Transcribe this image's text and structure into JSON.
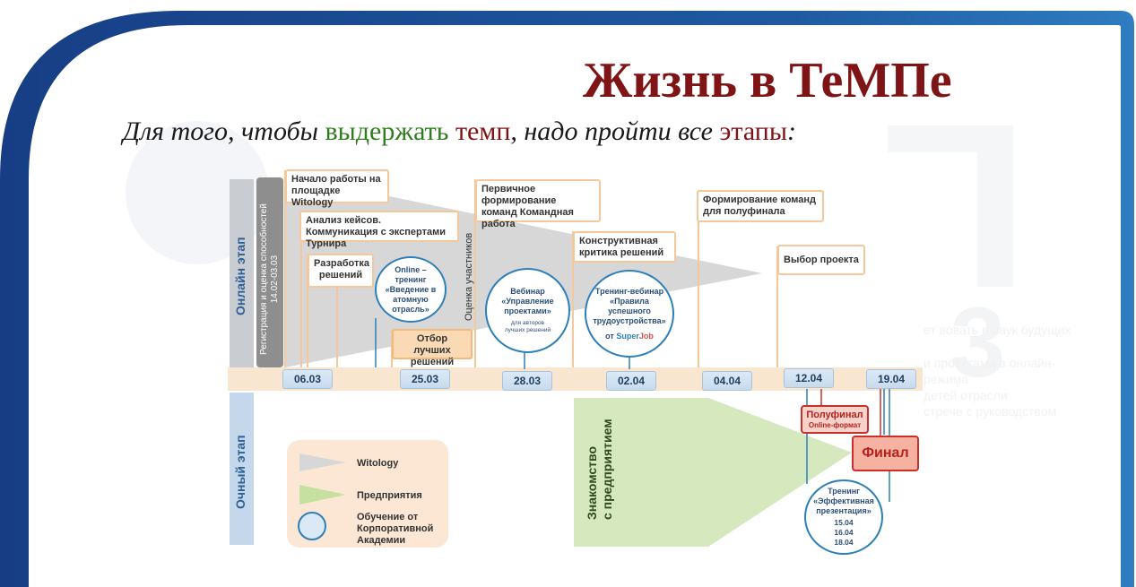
{
  "title": "Жизнь в ТеМПе",
  "subtitle": {
    "part1": "Для того, чтобы ",
    "word_green": "выдержать",
    "part2": " ",
    "word_red1": "темп",
    "part3": ", надо пройти все ",
    "word_red2": "этапы",
    "part4": ":"
  },
  "side": {
    "online": "Онлайн этап",
    "offline": "Очный этап",
    "registration_line1": "Регистрация и оценка способностей",
    "registration_line2": "14.02-03.03",
    "participants": "Оценка участников"
  },
  "boxes": {
    "start": "Начало работы на площадке Witology",
    "analysis": "Анализ кейсов. Коммуникация с экспертами Турнира",
    "solutions": "Разработка решений",
    "selection_best": "Отбор лучших решений",
    "primary_teams": "Первичное формирование команд Командная работа",
    "critique": "Конструктивная критика решений",
    "semifinal_teams": "Формирование команд для полуфинала",
    "project_choice": "Выбор проекта"
  },
  "circles": {
    "online_training": "Online – тренинг «Введение в атомную отрасль»",
    "webinar_title": "Вебинар «Управление проектами»",
    "webinar_note": "для авторов лучших решений",
    "training_webinar": "Тренинг-вебинар «Правила успешного трудоустройства»",
    "from_label": "от",
    "superjob_a": "Super",
    "superjob_b": "Job",
    "presentation_title": "Тренинг «Эффективная презентация»",
    "presentation_dates": [
      "15.04",
      "16.04",
      "18.04"
    ]
  },
  "dates": [
    "06.03",
    "25.03",
    "28.03",
    "02.04",
    "04.04",
    "12.04",
    "19.04"
  ],
  "enterprise_label_line1": "Знакомство",
  "enterprise_label_line2": "с предприятием",
  "semifinal": {
    "title": "Полуфинал",
    "format": "Online-формат"
  },
  "final": "Финал",
  "legend": {
    "witology": "Witology",
    "enterprises": "Предприятия",
    "training": "Обучение от Корпоративной Академии"
  },
  "watermark": [
    "ет вовать в наук будущих",
    "и проектами в онлайн-",
    "режима",
    "детей отрасли",
    "стрече с руководством"
  ],
  "colors": {
    "title": "#7f1416",
    "frame": "#1e4f94",
    "green_word": "#2e7d1f",
    "circle": "#2c7fb8",
    "box_border": "#f4c89a",
    "final": "#d9534f"
  }
}
